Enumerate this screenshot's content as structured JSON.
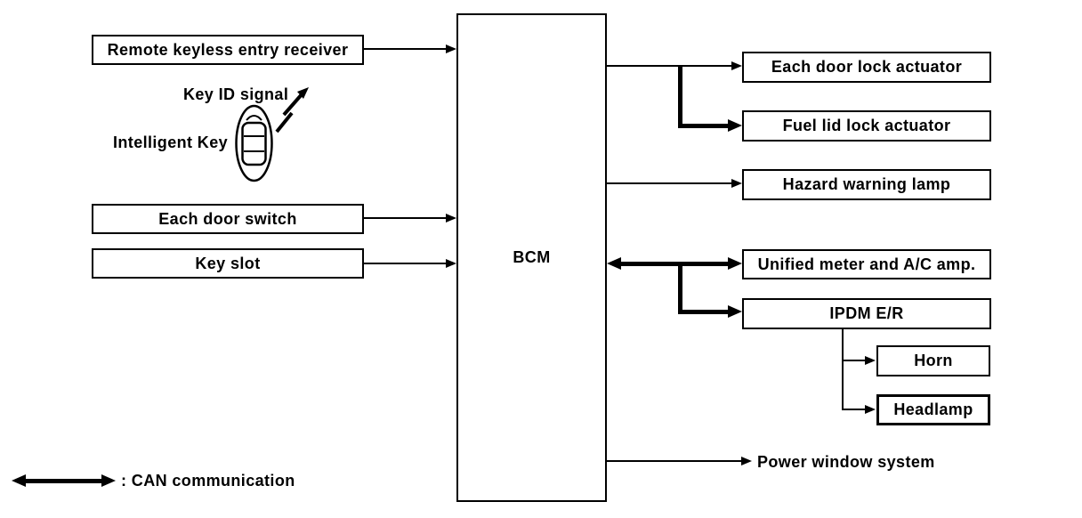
{
  "diagram": {
    "bcm": {
      "label": "BCM"
    },
    "inputs": {
      "remote_receiver": "Remote keyless entry receiver",
      "door_switch": "Each door switch",
      "key_slot": "Key slot"
    },
    "intelligent_key": {
      "signal_label": "Key ID signal",
      "name_label": "Intelligent Key"
    },
    "outputs": {
      "door_lock": "Each door lock actuator",
      "fuel_lid": "Fuel lid lock actuator",
      "hazard": "Hazard warning lamp",
      "unified_meter": "Unified meter and A/C amp.",
      "ipdm": "IPDM E/R",
      "horn": "Horn",
      "headlamp": "Headlamp",
      "power_window": "Power window system"
    },
    "legend": {
      "can": ": CAN communication"
    },
    "colors": {
      "line": "#000000",
      "background": "#ffffff"
    }
  }
}
